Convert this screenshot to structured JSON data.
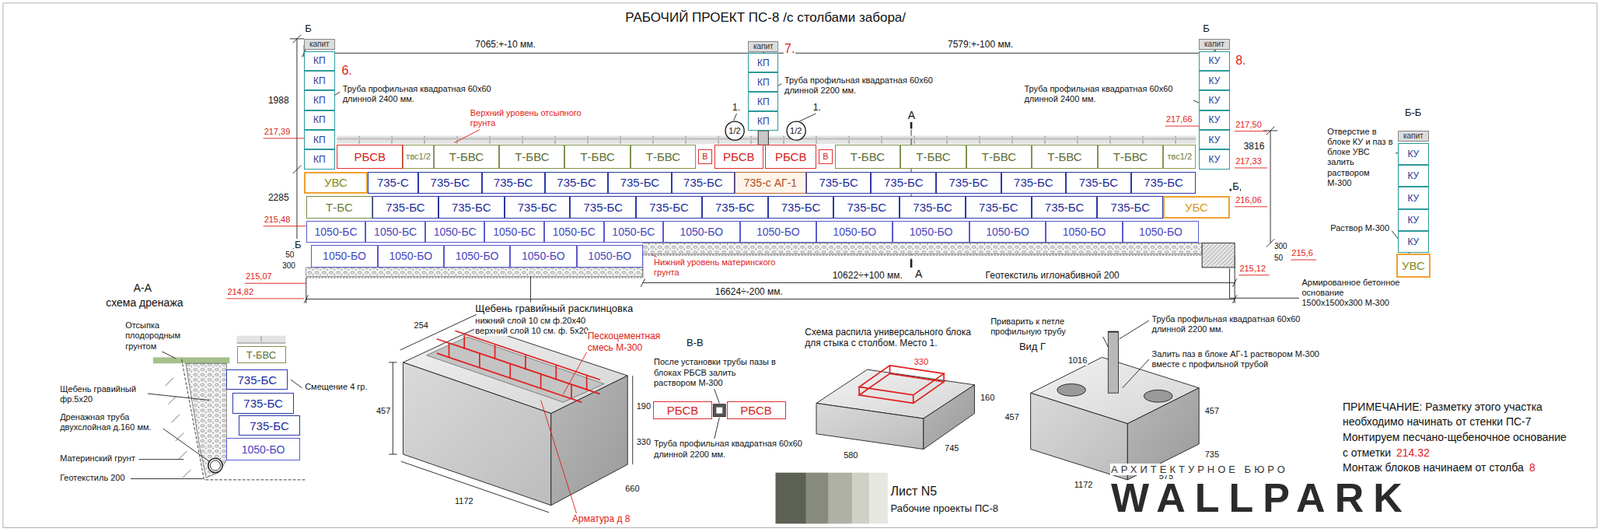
{
  "diagram": {
    "title": "РАБОЧИЙ ПРОЕКТ ПС-8 /с столбами забора/",
    "nodes": [
      {
        "text": [
          "капит"
        ]
      },
      {
        "text": [
          "КП"
        ]
      },
      {
        "text": [
          "КП"
        ]
      },
      {
        "text": [
          "КП"
        ]
      },
      {
        "text": [
          "КП"
        ]
      },
      {
        "text": [
          "КП"
        ]
      },
      {
        "text": [
          "КП"
        ]
      },
      {
        "text": [
          "капит"
        ]
      },
      {
        "text": [
          "КП"
        ]
      },
      {
        "text": [
          "КП"
        ]
      },
      {
        "text": [
          "КП"
        ]
      },
      {
        "text": [
          "КП"
        ]
      },
      {
        "text": [
          "капит"
        ]
      },
      {
        "text": [
          "КУ"
        ]
      },
      {
        "text": [
          "КУ"
        ]
      },
      {
        "text": [
          "КУ"
        ]
      },
      {
        "text": [
          "КУ"
        ]
      },
      {
        "text": [
          "КУ"
        ]
      },
      {
        "text": [
          "КУ"
        ]
      },
      {
        "text": [
          "1/2"
        ]
      },
      {
        "text": [
          "1/2"
        ]
      },
      {
        "text": [
          "РБСВ"
        ]
      },
      {
        "text": [
          "твс1/2"
        ]
      },
      {
        "text": [
          "Т-БВС"
        ]
      },
      {
        "text": [
          "Т-БВС"
        ]
      },
      {
        "text": [
          "Т-БВС"
        ]
      },
      {
        "text": [
          "Т-БВС"
        ]
      },
      {
        "text": [
          "В"
        ]
      },
      {
        "text": [
          "РБСВ"
        ]
      },
      {
        "text": [
          "РБСВ"
        ]
      },
      {
        "text": [
          "В"
        ]
      },
      {
        "text": [
          "Т-БВС"
        ]
      },
      {
        "text": [
          "Т-БВС"
        ]
      },
      {
        "text": [
          "Т-БВС"
        ]
      },
      {
        "text": [
          "Т-БВС"
        ]
      },
      {
        "text": [
          "Т-БВС"
        ]
      },
      {
        "text": [
          "твс1/2"
        ]
      },
      {
        "text": [
          "УВС"
        ]
      },
      {
        "text": [
          "735-С"
        ]
      },
      {
        "text": [
          "735-БС"
        ]
      },
      {
        "text": [
          "735-БС"
        ]
      },
      {
        "text": [
          "735-БС"
        ]
      },
      {
        "text": [
          "735-БС"
        ]
      },
      {
        "text": [
          "735-БС"
        ]
      },
      {
        "text": [
          "735-с АГ-1"
        ]
      },
      {
        "text": [
          "735-БС"
        ]
      },
      {
        "text": [
          "735-БС"
        ]
      },
      {
        "text": [
          "735-БС"
        ]
      },
      {
        "text": [
          "735-БС"
        ]
      },
      {
        "text": [
          "735-БС"
        ]
      },
      {
        "text": [
          "735-БС"
        ]
      },
      {
        "text": [
          "Т-БС"
        ]
      },
      {
        "text": [
          "735-БС"
        ]
      },
      {
        "text": [
          "735-БС"
        ]
      },
      {
        "text": [
          "735-БС"
        ]
      },
      {
        "text": [
          "735-БС"
        ]
      },
      {
        "text": [
          "735-БС"
        ]
      },
      {
        "text": [
          "735-БС"
        ]
      },
      {
        "text": [
          "735-БС"
        ]
      },
      {
        "text": [
          "735-БС"
        ]
      },
      {
        "text": [
          "735-БС"
        ]
      },
      {
        "text": [
          "735-БС"
        ]
      },
      {
        "text": [
          "735-БС"
        ]
      },
      {
        "text": [
          "735-БС"
        ]
      },
      {
        "text": [
          "УБС"
        ]
      },
      {
        "text": [
          "1050-БС"
        ]
      },
      {
        "text": [
          "1050-БС"
        ]
      },
      {
        "text": [
          "1050-БС"
        ]
      },
      {
        "text": [
          "1050-БС"
        ]
      },
      {
        "text": [
          "1050-БС"
        ]
      },
      {
        "text": [
          "1050-БС"
        ]
      },
      {
        "text": [
          "1050-БО"
        ]
      },
      {
        "text": [
          "1050-БО"
        ]
      },
      {
        "text": [
          "1050-БО"
        ]
      },
      {
        "text": [
          "1050-БО"
        ]
      },
      {
        "text": [
          "1050-БО"
        ]
      },
      {
        "text": [
          "1050-БО"
        ]
      },
      {
        "text": [
          "1050-БО"
        ]
      },
      {
        "text": [
          "1050-БО"
        ]
      },
      {
        "text": [
          "1050-БО"
        ]
      },
      {
        "text": [
          "1050-БО"
        ]
      },
      {
        "text": [
          "1050-БО"
        ]
      },
      {
        "text": [
          "1050-БО"
        ]
      },
      {
        "text": [
          "капит"
        ]
      },
      {
        "text": [
          "КУ"
        ]
      },
      {
        "text": [
          "КУ"
        ]
      },
      {
        "text": [
          "КУ"
        ]
      },
      {
        "text": [
          "КУ"
        ]
      },
      {
        "text": [
          "КУ"
        ]
      },
      {
        "text": [
          "УВС"
        ]
      },
      {
        "text": [
          "Т-БВС"
        ]
      },
      {
        "text": [
          "735-БС"
        ]
      },
      {
        "text": [
          "735-БС"
        ]
      },
      {
        "text": [
          "735-БС"
        ]
      },
      {
        "text": [
          "1050-БО"
        ]
      },
      {
        "text": [
          "РБСВ"
        ]
      },
      {
        "text": [
          "РБСВ"
        ]
      }
    ],
    "labels": [
      "Б",
      "Б",
      "6.",
      "7.",
      "8.",
      "7065:+-10 мм.",
      "7579:+-100 мм.",
      "Труба профильная квадратная 60х60 длинной 2400 мм.",
      "Труба профильная квадратная 60х60 длинной 2200 мм.",
      "Труба профильная квадратная 60х60 длинной 2400 мм.",
      "1988",
      "2285",
      "3816",
      "217,39",
      "217,66",
      "217,50",
      "217,33",
      "216,06",
      "215,48",
      "215,07",
      "214,82",
      "300",
      "50",
      "300",
      "50",
      "215,6",
      "215,12",
      "Верхний уровень отсыпного грунта",
      "1.",
      "1.",
      "А",
      "А",
      "Б",
      "Б",
      "Нижний уровень материнского грунта",
      "Геотекстиль иглонабивной 200",
      "10622÷+100 мм.",
      "16624÷-200 мм.",
      "Щебень гравийный расклинцовка",
      "нижний слой 10 см ф.20х40",
      "верхний слой 10 см. ф. 5х20",
      "Армированное бетонное основание 1500х1500х300 М-300",
      "Б-Б",
      "Отверстие в блоке КУ и паз в блоке УВС залить раствором М-300",
      "Раствор М-300",
      "А-А",
      "схема дренажа",
      "Отсыпка плодородным грунтом",
      "Щебень гравийный фр.5х20",
      "Дренажная труба двухслойная д.160 мм.",
      "Материнский грунт",
      "Геотекстиль 200",
      "Смещение 4 гр.",
      "254",
      "457",
      "1172",
      "190",
      "330",
      "660",
      "Пескоцементная смесь М-300",
      "Арматура д 8",
      "В-В",
      "После установки трубы пазы в блоках РБСВ залить раствором М-300",
      "Труба профильная квадратная 60х60 длинной 2200 мм.",
      "Схема распила универсального блока для стыка с столбом. Место 1.",
      "330",
      "160",
      "580",
      "745",
      "Приварить к петле профильную трубу",
      "Вид Г",
      "Труба профильная квадратная 60х60 длинной 2200 мм.",
      "Залить паз в блоке АГ-1 раствором М-300 вместе с профильной трубой",
      "1016",
      "457",
      "457",
      "1172",
      "575",
      "735",
      "ПРИМЕЧАНИЕ: Разметку этого участка",
      "необходимо начинать от стенки ПС-7",
      "Монтируем песчано-щебеночное основание",
      "с отметки",
      "214.32",
      "Монтаж блоков начинаем от столба",
      "8",
      "Лист N5",
      "Рабочие проекты ПС-8",
      "АРХИТЕКТУРНОЕ БЮРО",
      "WALLPARK"
    ]
  }
}
